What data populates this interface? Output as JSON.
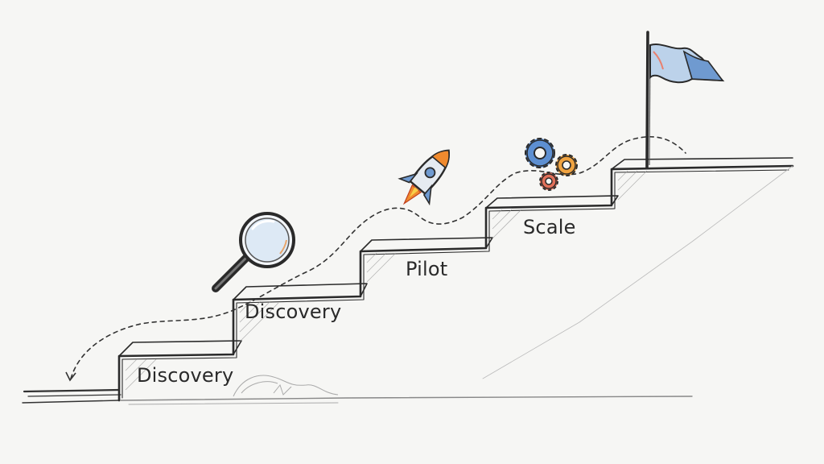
{
  "steps": [
    {
      "label": "Discovery",
      "icon": "none"
    },
    {
      "label": "Discovery",
      "icon": "magnifying-glass-icon"
    },
    {
      "label": "Pilot",
      "icon": "rocket-icon"
    },
    {
      "label": "Scale",
      "icon": "gears-icon"
    },
    {
      "label": "",
      "icon": "flag-icon"
    }
  ],
  "colors": {
    "ink": "#2a2a2a",
    "flag": "#6f9ad0",
    "flag_accent": "#e9806e",
    "rocket_nose": "#f08a2e",
    "rocket_body": "#dfe6ee",
    "gear_blue": "#5d8fd1",
    "gear_orange": "#f0a340",
    "gear_red": "#e2705a",
    "lens": "#cfe0f2"
  }
}
